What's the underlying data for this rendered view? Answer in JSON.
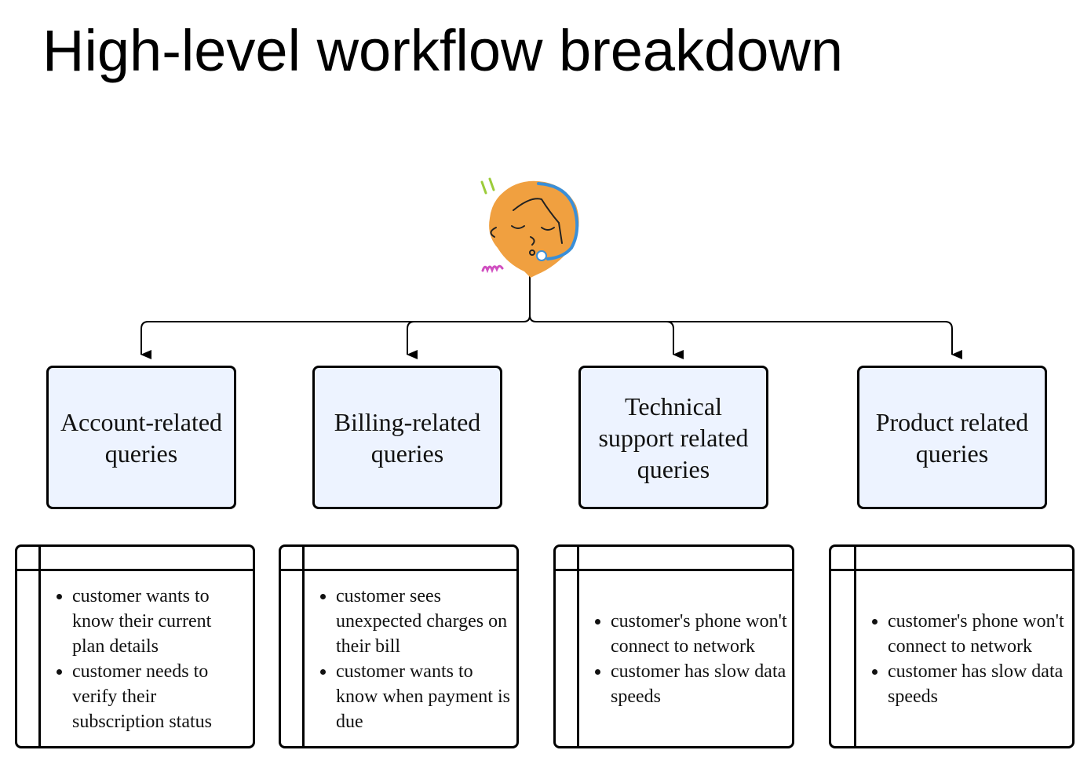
{
  "title": "High-level workflow breakdown",
  "root": {
    "icon": "support-agent-headset-icon"
  },
  "categories": [
    {
      "label": "Account-related queries",
      "examples": [
        "customer wants to know their current plan details",
        "customer needs to verify their subscription status"
      ]
    },
    {
      "label": "Billing-related queries",
      "examples": [
        "customer sees unexpected charges on their bill",
        "customer wants to know when payment is due"
      ]
    },
    {
      "label": "Technical support related queries",
      "examples": [
        "customer's phone won't connect to network",
        "customer has slow data speeds"
      ]
    },
    {
      "label": "Product related queries",
      "examples": [
        "customer's phone won't connect to network",
        "customer has slow data speeds"
      ]
    }
  ],
  "colors": {
    "category_fill": "#edf3ff",
    "stroke": "#000000",
    "avatar_face": "#f0a040",
    "headset": "#3a8fd8",
    "accent_green": "#9ccc3a",
    "accent_pink": "#d04fc0"
  }
}
